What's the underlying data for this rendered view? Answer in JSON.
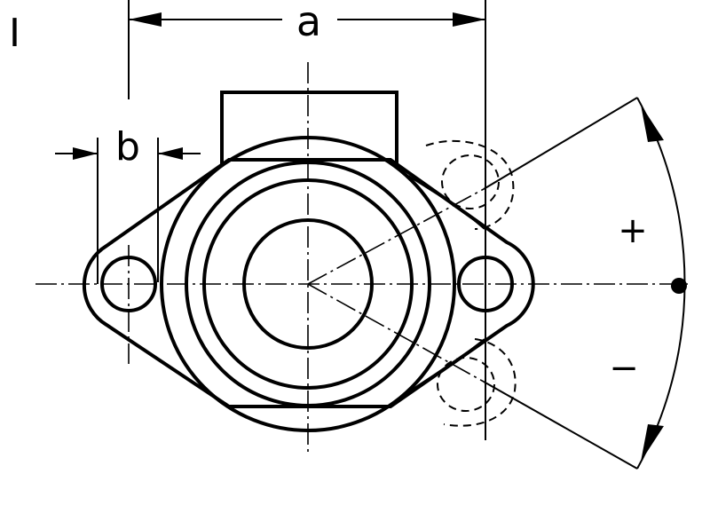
{
  "view_label": "I",
  "dimensions": {
    "a": "a",
    "b": "b"
  },
  "rotation": {
    "plus": "+",
    "minus": "−"
  },
  "colors": {
    "line": "#000000",
    "background": "#ffffff"
  }
}
